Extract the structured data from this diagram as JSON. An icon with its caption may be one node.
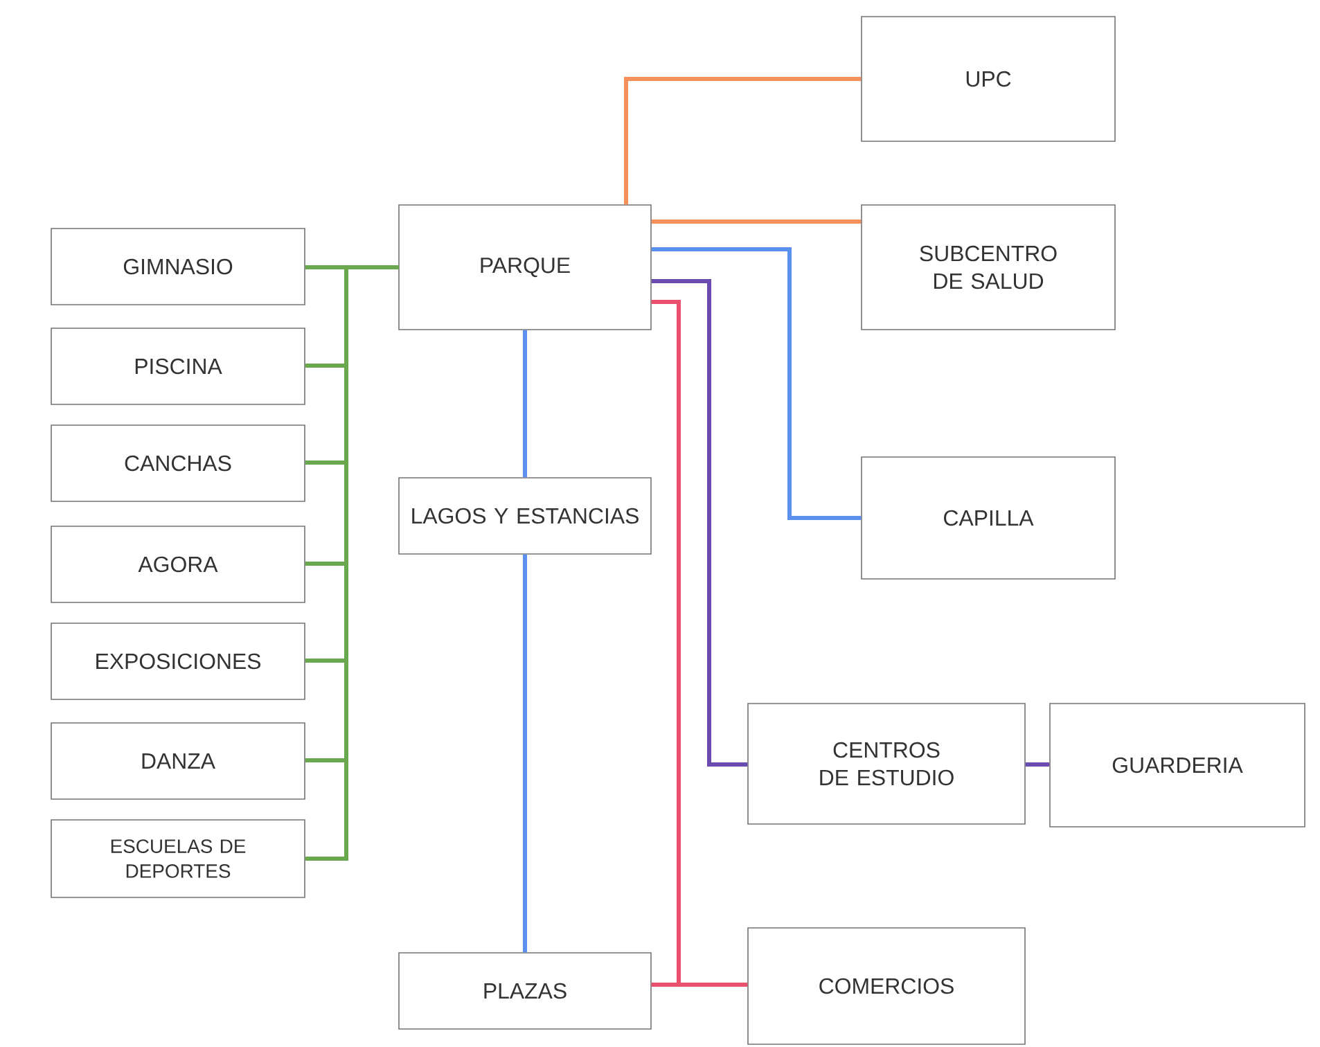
{
  "diagram": {
    "nodes": [
      {
        "text": [
          "PARQUE"
        ]
      },
      {
        "text": [
          "UPC"
        ]
      },
      {
        "text": [
          "SUBCENTRO DE SALUD"
        ]
      },
      {
        "text": [
          "LAGOS Y ESTANCIAS"
        ]
      },
      {
        "text": [
          "CAPILLA"
        ]
      },
      {
        "text": [
          "GIMNASIO"
        ]
      },
      {
        "text": [
          "PISCINA"
        ]
      },
      {
        "text": [
          "CANCHAS"
        ]
      },
      {
        "text": [
          "AGORA"
        ]
      },
      {
        "text": [
          "EXPOSICIONES"
        ]
      },
      {
        "text": [
          "DANZA"
        ]
      },
      {
        "text": [
          "ESCUELAS DE DEPORTES"
        ]
      },
      {
        "text": [
          "CENTROS DE ESTUDIO"
        ]
      },
      {
        "text": [
          "GUARDERIA"
        ]
      },
      {
        "text": [
          "PLAZAS"
        ]
      },
      {
        "text": [
          "COMERCIOS"
        ]
      }
    ],
    "edges": [
      {
        "from": 5,
        "to": 0,
        "arrow": "none"
      },
      {
        "from": 6,
        "to": 0,
        "arrow": "none"
      },
      {
        "from": 7,
        "to": 0,
        "arrow": "none"
      },
      {
        "from": 8,
        "to": 0,
        "arrow": "none"
      },
      {
        "from": 9,
        "to": 0,
        "arrow": "none"
      },
      {
        "from": 10,
        "to": 0,
        "arrow": "none"
      },
      {
        "from": 11,
        "to": 0,
        "arrow": "none"
      },
      {
        "from": 0,
        "to": 1,
        "arrow": "none",
        "color": "#f4905a"
      },
      {
        "from": 0,
        "to": 2,
        "arrow": "none",
        "color": "#f4905a"
      },
      {
        "from": 0,
        "to": 4,
        "arrow": "none",
        "color": "#5b8ff0"
      },
      {
        "from": 0,
        "to": 3,
        "arrow": "none",
        "color": "#5b8ff0"
      },
      {
        "from": 3,
        "to": 14,
        "arrow": "none",
        "color": "#5b8ff0"
      },
      {
        "from": 0,
        "to": 12,
        "arrow": "none",
        "color": "#6a4bb0"
      },
      {
        "from": 12,
        "to": 13,
        "arrow": "none",
        "color": "#6a4bb0"
      },
      {
        "from": 0,
        "to": 14,
        "arrow": "none",
        "color": "#e8506e"
      },
      {
        "from": 0,
        "to": 15,
        "arrow": "none",
        "color": "#e8506e"
      }
    ]
  }
}
